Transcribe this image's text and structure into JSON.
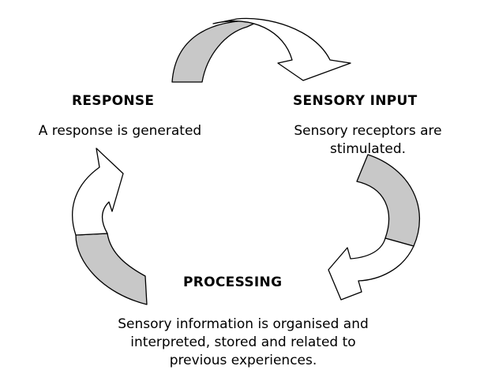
{
  "stages": {
    "response": {
      "heading": "RESPONSE",
      "description": "A response is generated"
    },
    "sensory_input": {
      "heading": "SENSORY INPUT",
      "description_line1": "Sensory receptors are",
      "description_line2": "stimulated."
    },
    "processing": {
      "heading": "PROCESSING",
      "description_line1": "Sensory information is organised and",
      "description_line2": "interpreted, stored and related to",
      "description_line3": "previous experiences."
    }
  },
  "colors": {
    "arrow_face": "#ffffff",
    "arrow_back": "#c8c8c8",
    "outline": "#000000"
  }
}
